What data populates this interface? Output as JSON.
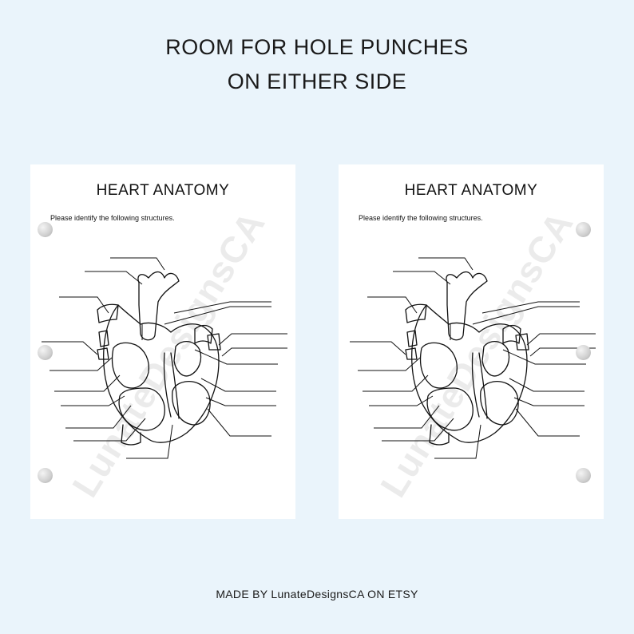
{
  "headline": {
    "line1": "ROOM FOR HOLE PUNCHES",
    "line2": "ON EITHER SIDE"
  },
  "worksheet": {
    "title": "HEART ANATOMY",
    "instruction": "Please identify the following structures.",
    "watermark": "LunateDesignsCA"
  },
  "footer": "MADE BY LunateDesignsCA ON ETSY",
  "colors": {
    "background": "#eaf4fb",
    "page": "#ffffff",
    "ink": "#111111"
  }
}
